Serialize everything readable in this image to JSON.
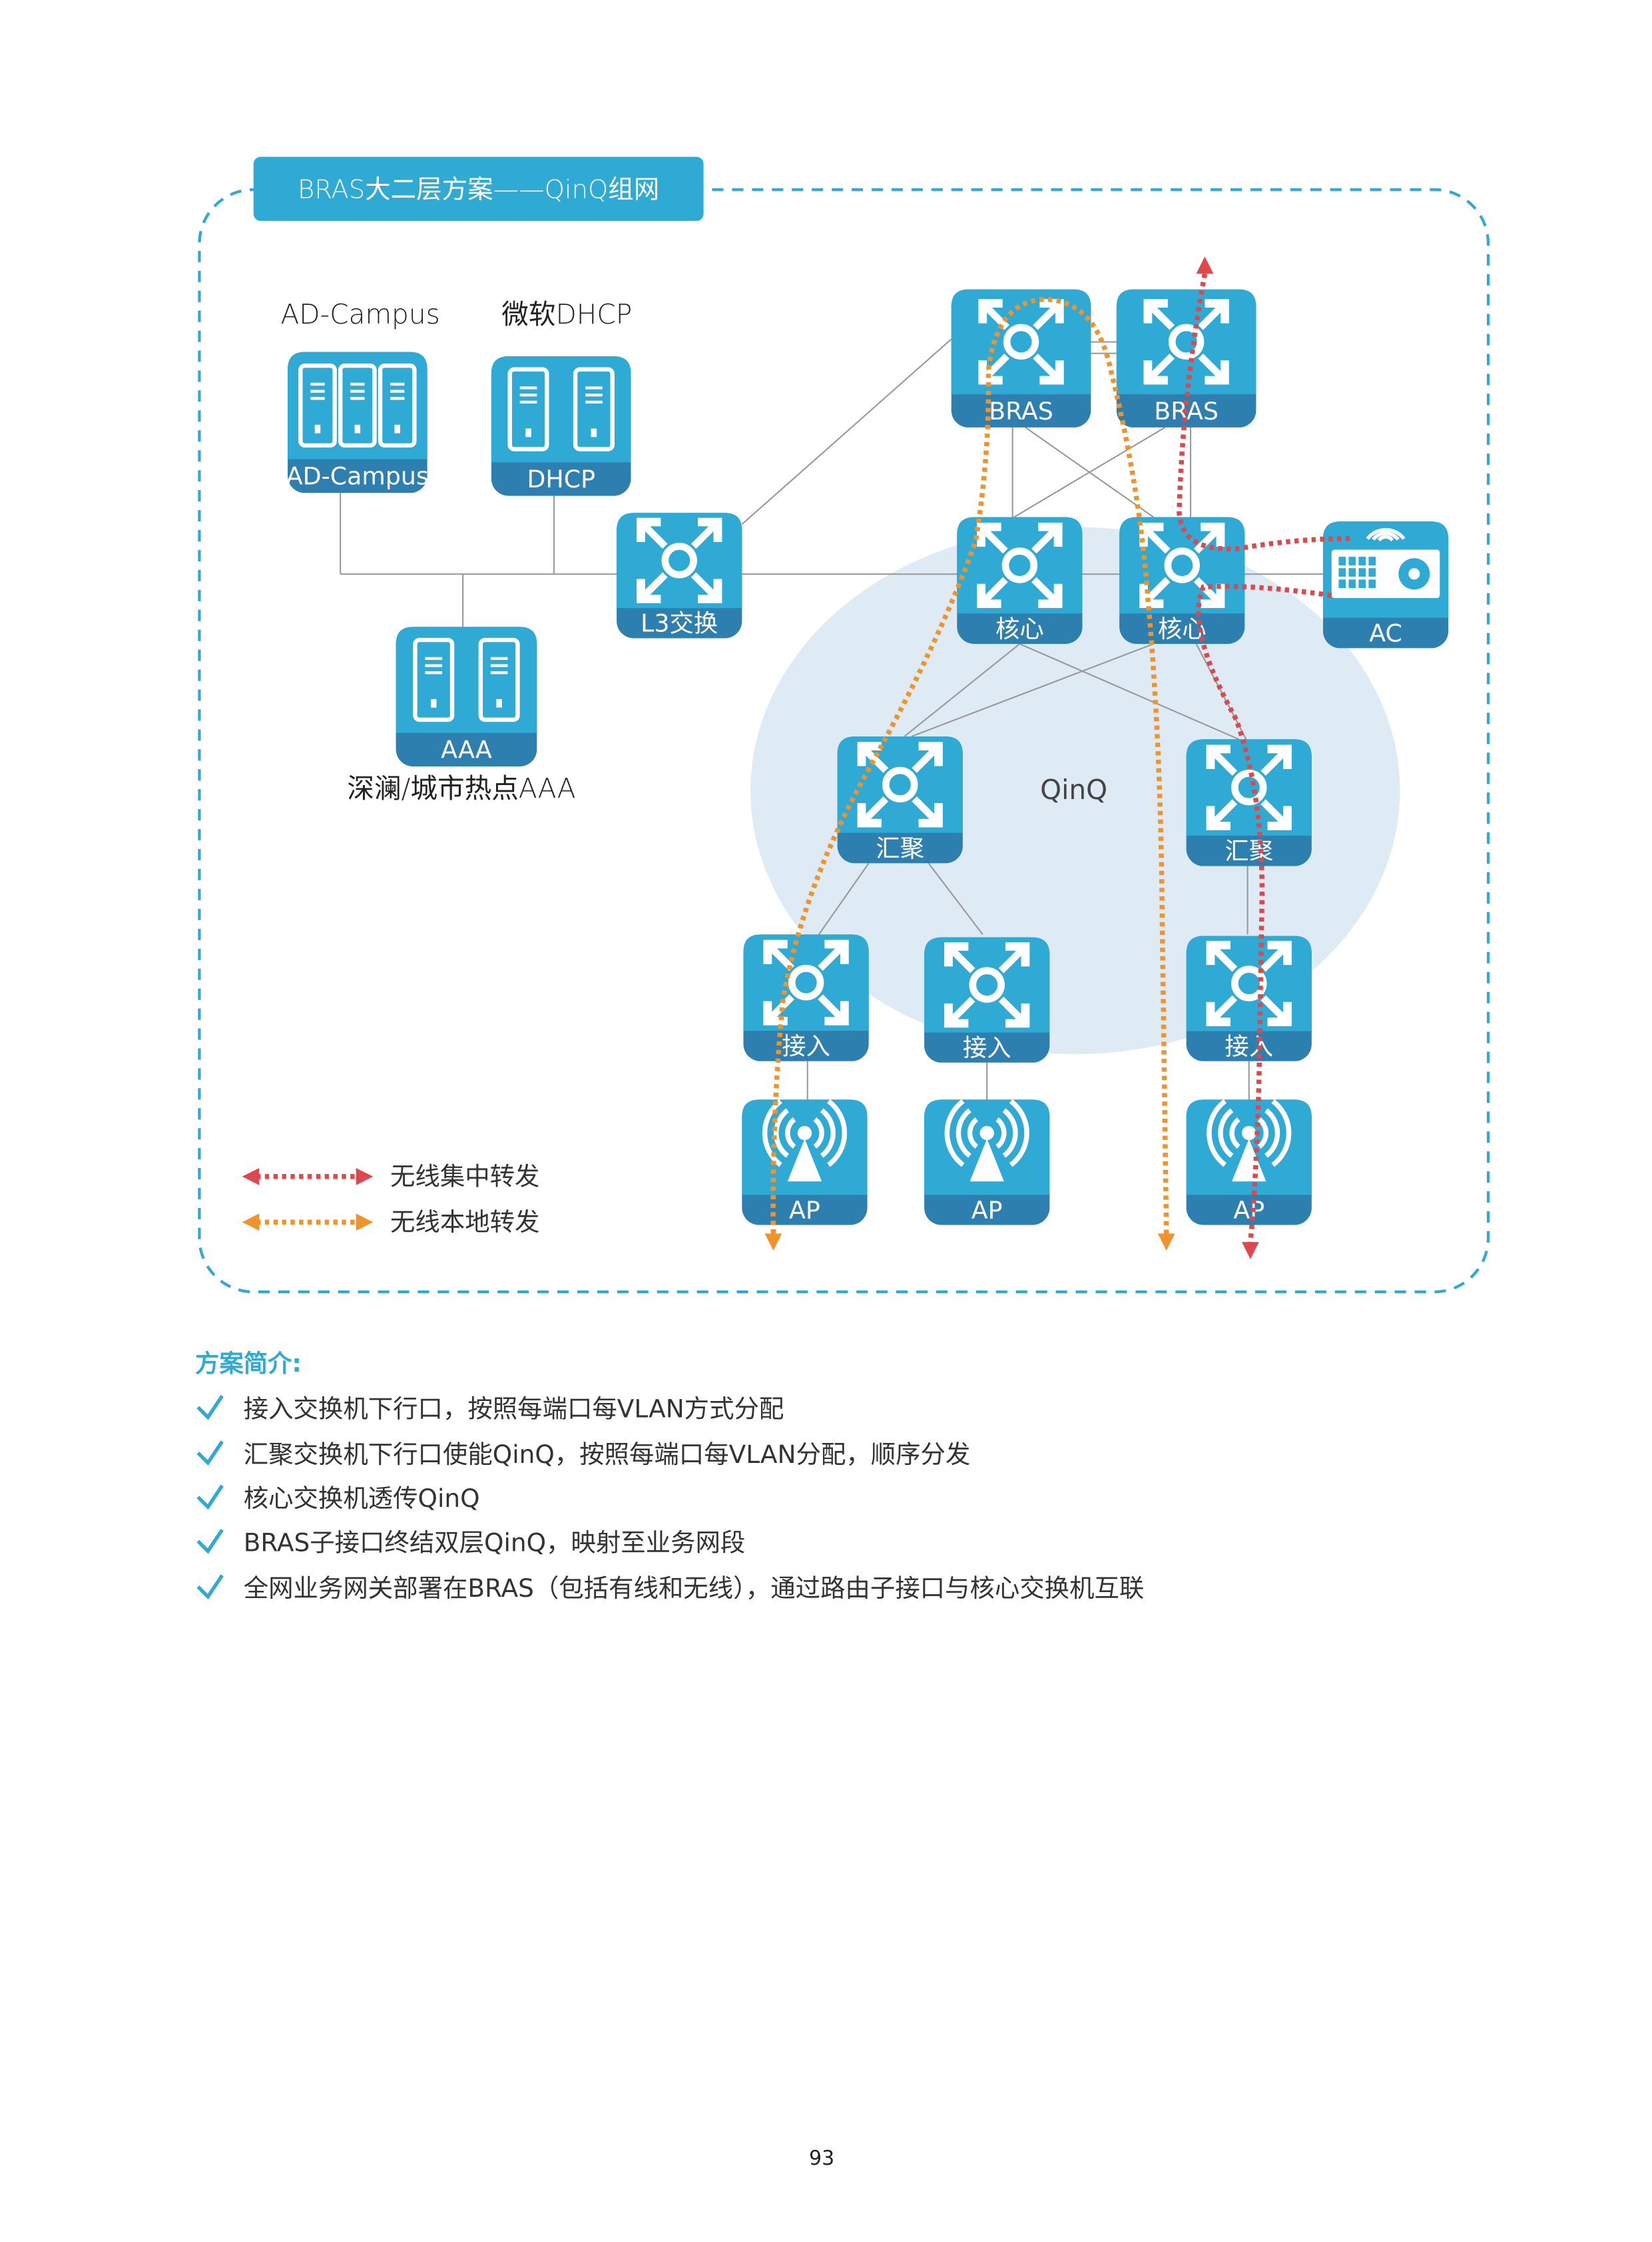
{
  "title": "BRAS大二层方案——QinQ组网",
  "colors": {
    "primary": "#2eaad5",
    "band": "#2d7fb0",
    "red": "#e0474c",
    "orange": "#f0932b",
    "cloud": "#deebf4",
    "line": "#9a9a9a"
  },
  "labels": {
    "ad_campus": "AD-Campus",
    "ms_dhcp": "微软DHCP",
    "aaa_caption": "深澜/城市热点AAA",
    "qinq": "QinQ"
  },
  "nodes": {
    "ad_campus": "AD-Campus",
    "dhcp": "DHCP",
    "aaa": "AAA",
    "l3": "L3交换",
    "bras1": "BRAS",
    "bras2": "BRAS",
    "core1": "核心",
    "core2": "核心",
    "ac": "AC",
    "agg1": "汇聚",
    "agg2": "汇聚",
    "acc1": "接入",
    "acc2": "接入",
    "acc3": "接入",
    "ap1": "AP",
    "ap2": "AP",
    "ap3": "AP"
  },
  "legend": [
    {
      "label": "无线集中转发",
      "color": "#e0474c"
    },
    {
      "label": "无线本地转发",
      "color": "#f0932b"
    }
  ],
  "summary": {
    "heading": "方案简介:",
    "items": [
      "接入交换机下行口，按照每端口每VLAN方式分配",
      "汇聚交换机下行口使能QinQ，按照每端口每VLAN分配，顺序分发",
      "核心交换机透传QinQ",
      "BRAS子接口终结双层QinQ，映射至业务网段",
      "全网业务网关部署在BRAS（包括有线和无线），通过路由子接口与核心交换机互联"
    ]
  },
  "page_number": "93"
}
